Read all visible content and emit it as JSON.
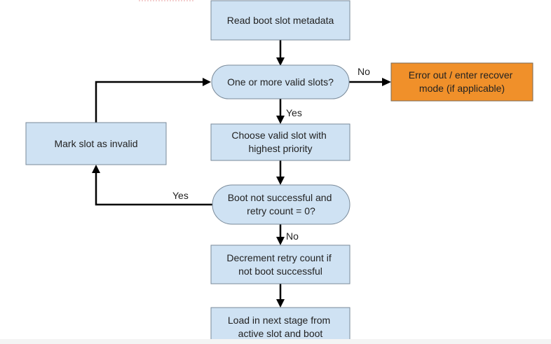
{
  "nodes": {
    "read_metadata": {
      "lines": [
        "Read boot slot metadata"
      ]
    },
    "valid_slots": {
      "lines": [
        "One or more valid slots?"
      ]
    },
    "error_out": {
      "lines": [
        "Error out / enter recover",
        "mode (if applicable)"
      ]
    },
    "choose_slot": {
      "lines": [
        "Choose valid slot with",
        "highest priority"
      ]
    },
    "mark_invalid": {
      "lines": [
        "Mark slot as invalid"
      ]
    },
    "boot_check": {
      "lines": [
        "Boot not successful and",
        "retry count = 0?"
      ]
    },
    "decrement": {
      "lines": [
        "Decrement retry count if",
        "not boot successful"
      ]
    },
    "load_next": {
      "lines": [
        "Load in next stage from",
        "active slot and boot"
      ]
    }
  },
  "edge_labels": {
    "valid_no": "No",
    "valid_yes": "Yes",
    "boot_yes": "Yes",
    "boot_no": "No"
  },
  "colors": {
    "node_fill": "#cfe2f3",
    "error_fill": "#f0902a",
    "edge": "#000000"
  }
}
